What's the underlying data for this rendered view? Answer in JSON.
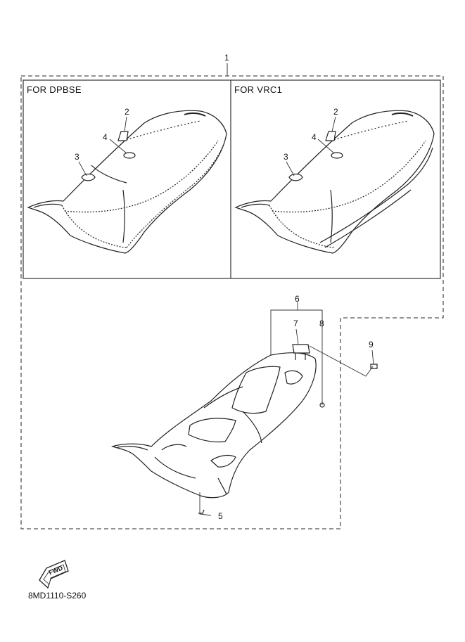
{
  "assembly": {
    "callout_1": "1",
    "panel_left_title": "FOR DPBSE",
    "panel_right_title": "FOR VRC1"
  },
  "callouts": {
    "c2a": "2",
    "c4a": "4",
    "c3a": "3",
    "c2b": "2",
    "c4b": "4",
    "c3b": "3",
    "c6": "6",
    "c7": "7",
    "c8": "8",
    "c9": "9",
    "c5": "5"
  },
  "fwd_icon_text": "FWD",
  "diagram_code": "8MD1110-S260",
  "colors": {
    "line": "#333333",
    "dash": "#555555"
  }
}
